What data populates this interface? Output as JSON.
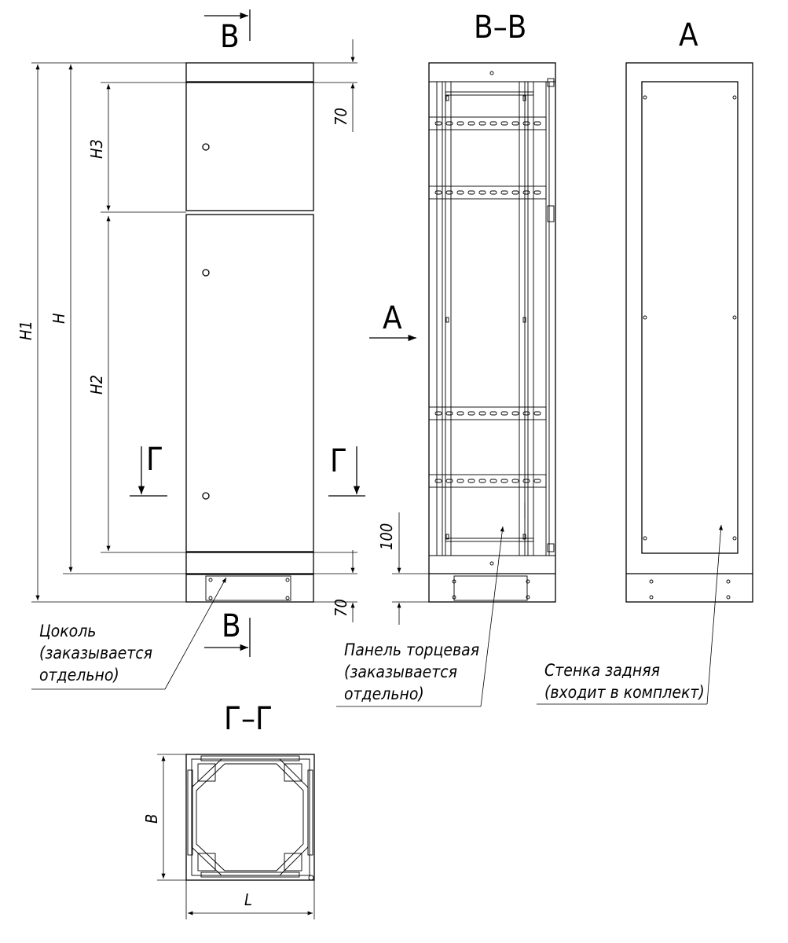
{
  "views": {
    "section_v": "В–В",
    "view_a": "А",
    "section_g": "Г–Г"
  },
  "markers": {
    "v": "В",
    "g": "Г",
    "a": "А"
  },
  "dimensions": {
    "h1": "H1",
    "h": "H",
    "h3": "H3",
    "h2": "H2",
    "top_gap": "70",
    "plinth_height": "70",
    "panel_offset": "100",
    "depth": "B",
    "width": "L"
  },
  "notes": {
    "plinth": [
      "Цоколь",
      "(заказывается",
      "отдельно)"
    ],
    "end_panel": [
      "Панель торцевая",
      "(заказывается",
      "отдельно)"
    ],
    "rear_wall": [
      "Стенка задняя",
      "(входит в комплект)"
    ]
  }
}
